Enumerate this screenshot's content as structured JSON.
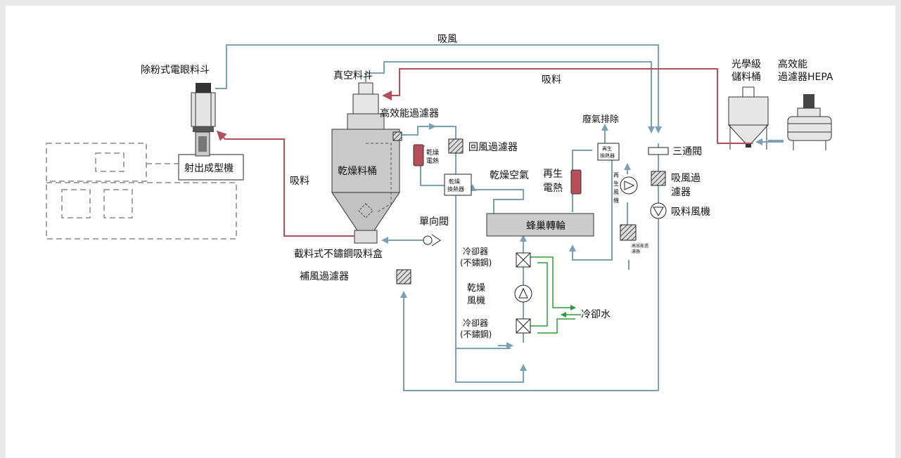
{
  "labels": {
    "suction_air": "吸風",
    "suction_material_top": "吸料",
    "powder_hopper": "除粉式電眼料斗",
    "vacuum_hopper": "真空料斗",
    "optical_bin": "光學級\n儲料桶",
    "hepa_filter": "高效能\n過濾器HEPA",
    "high_eff_filter": "高效能過濾器",
    "exhaust": "廢氣排除",
    "three_way_valve": "三通閥",
    "return_filter": "回風過濾器",
    "injection_machine": "射出成型機",
    "suction_material_left": "吸料",
    "drying_bin": "乾燥料桶",
    "dry_heater": "乾燥\n電熱",
    "dry_hx": "乾燥\n換熱器",
    "dry_air": "乾燥空氣",
    "regen_heater": "再生\n電熱",
    "regen_hx": "再生\n換熱器",
    "regen_fan": "再\n生\n風\n機",
    "suction_filter": "吸風過\n濾器",
    "suction_fan": "吸料風機",
    "check_valve": "單向閥",
    "honeycomb_wheel": "蜂巢轉輪",
    "cutoff_box": "截料式不鏽鋼吸料盒",
    "supply_filter": "補風過濾器",
    "cooler_top": "冷卻器\n(不鏽鋼)",
    "dry_fan": "乾燥\n風機",
    "cooler_bottom": "冷卻器\n(不鏽鋼)",
    "cooling_water": "冷卻水",
    "regen_filter": "高效能過\n濾器"
  },
  "colors": {
    "air_pipe": "#7b9fb4",
    "material_pipe": "#b0505c",
    "water_pipe": "#2e9a3a",
    "heater": "#b5505a"
  }
}
